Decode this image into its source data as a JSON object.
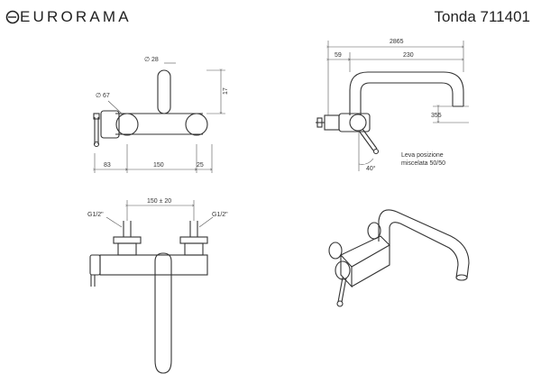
{
  "header": {
    "brand": "EURORAMA",
    "model": "Tonda 711401"
  },
  "front_view": {
    "dim_diameter_top": "∅ 28",
    "dim_diameter_left": "∅ 67",
    "dim_height": "17",
    "dim_bottom_left": "83",
    "dim_bottom_mid": "150",
    "dim_bottom_right": "25"
  },
  "side_view": {
    "dim_total": "2865",
    "dim_left": "59",
    "dim_reach": "230",
    "dim_height": "355",
    "dim_angle": "40°",
    "lever_note_1": "Leva posizione",
    "lever_note_2": "miscelata 50/50"
  },
  "top_view": {
    "dim_centers": "150 ± 20",
    "thread_left": "G1/2\"",
    "thread_right": "G1/2\""
  },
  "colors": {
    "line": "#333333",
    "dim_line": "#555555"
  }
}
